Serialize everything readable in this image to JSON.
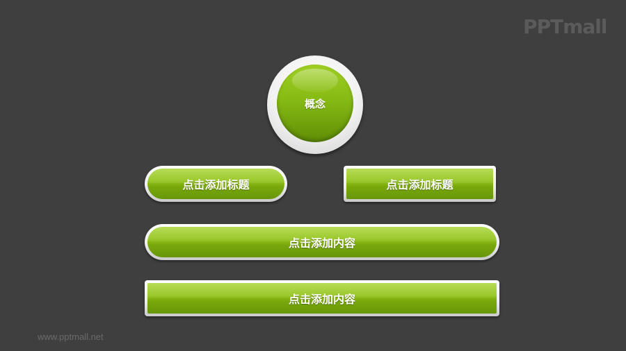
{
  "watermark": {
    "logo_text": "PPTmall",
    "url": "www.pptmall.net"
  },
  "diagram": {
    "center": {
      "label": "概念"
    },
    "buttons": [
      {
        "label": "点击添加标题",
        "shape": "pill"
      },
      {
        "label": "点击添加标题",
        "shape": "rectangle"
      },
      {
        "label": "点击添加内容",
        "shape": "pill"
      },
      {
        "label": "点击添加内容",
        "shape": "rectangle"
      }
    ]
  },
  "colors": {
    "background": "#3f3f3f",
    "accent_green": "#86bb14",
    "frame": "#f0f0f0"
  }
}
